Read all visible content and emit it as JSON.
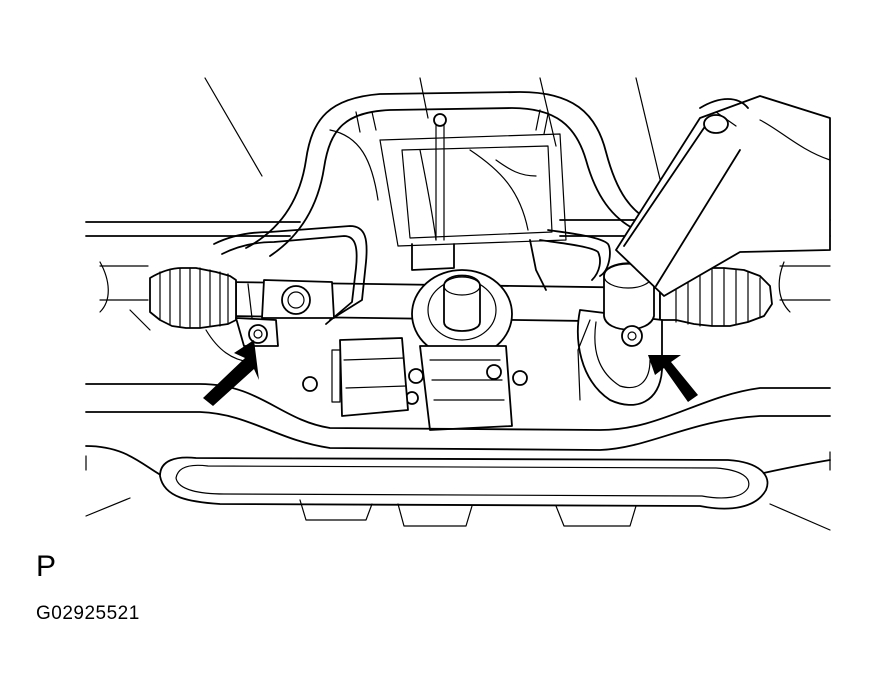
{
  "view_letter": "P",
  "figure_code": "G02925521",
  "arrows": [
    {
      "name": "left-bolt-arrow",
      "color": "#000000"
    },
    {
      "name": "right-bolt-arrow",
      "color": "#000000"
    }
  ]
}
